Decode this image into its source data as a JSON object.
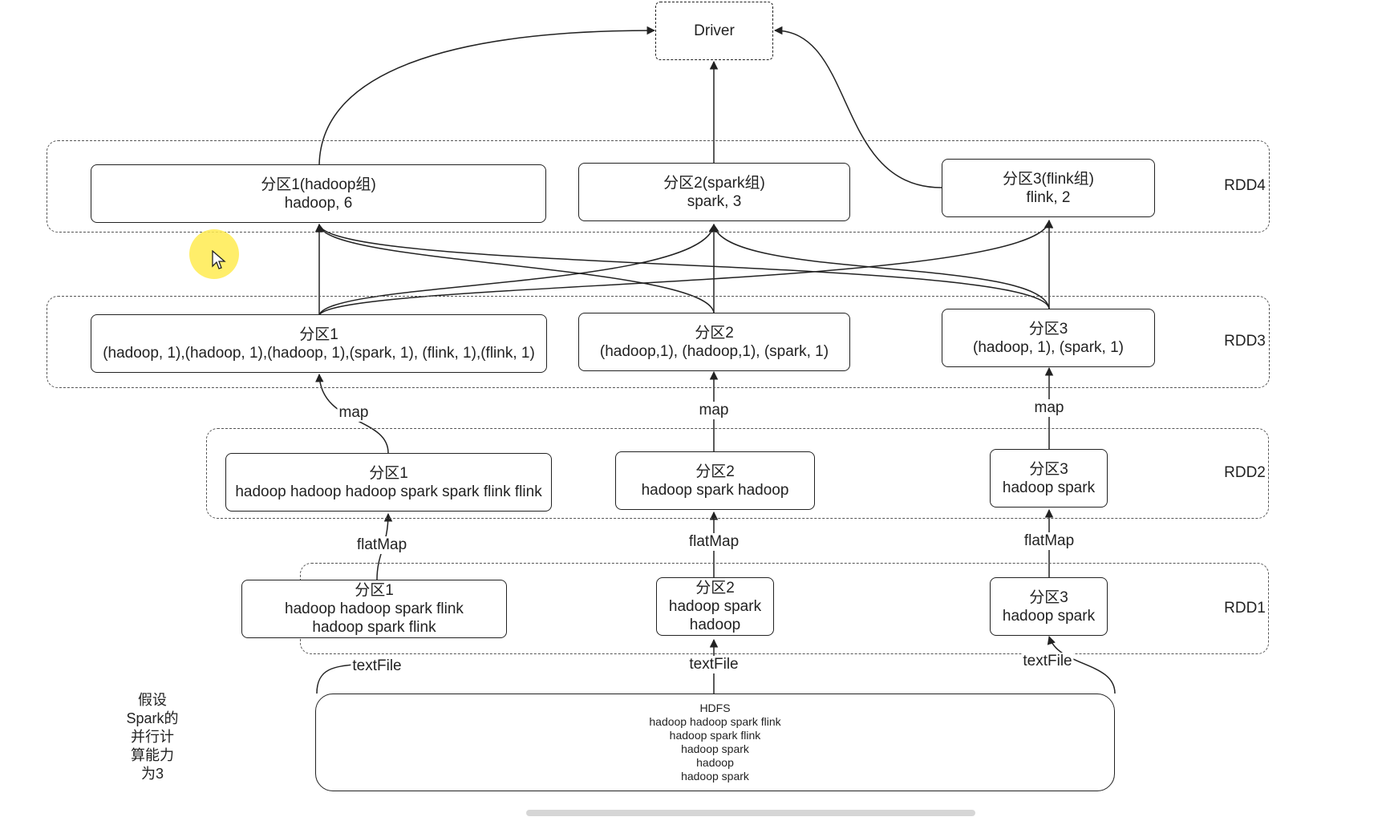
{
  "driver": {
    "label": "Driver"
  },
  "rdd_labels": {
    "rdd4": "RDD4",
    "rdd3": "RDD3",
    "rdd2": "RDD2",
    "rdd1": "RDD1"
  },
  "rdd4": {
    "p1": {
      "title": "分区1(hadoop组)",
      "value": "hadoop, 6"
    },
    "p2": {
      "title": "分区2(spark组)",
      "value": "spark, 3"
    },
    "p3": {
      "title": "分区3(flink组)",
      "value": "flink, 2"
    }
  },
  "rdd3": {
    "p1": {
      "title": "分区1",
      "value": "(hadoop, 1),(hadoop, 1),(hadoop, 1),(spark, 1), (flink, 1),(flink, 1)"
    },
    "p2": {
      "title": "分区2",
      "value": "(hadoop,1), (hadoop,1), (spark, 1)"
    },
    "p3": {
      "title": "分区3",
      "value": "(hadoop, 1), (spark, 1)"
    }
  },
  "rdd2": {
    "p1": {
      "title": "分区1",
      "value": "hadoop hadoop hadoop spark spark flink flink"
    },
    "p2": {
      "title": "分区2",
      "value": "hadoop spark hadoop"
    },
    "p3": {
      "title": "分区3",
      "value": "hadoop spark"
    }
  },
  "rdd1": {
    "p1": {
      "title": "分区1",
      "line1": "hadoop hadoop spark flink",
      "line2": "hadoop spark flink"
    },
    "p2": {
      "title": "分区2",
      "line1": "hadoop spark",
      "line2": "hadoop"
    },
    "p3": {
      "title": "分区3",
      "line1": "hadoop spark"
    }
  },
  "hdfs": {
    "title": "HDFS",
    "lines": [
      "hadoop hadoop spark flink",
      "hadoop spark flink",
      "hadoop spark",
      "hadoop",
      "hadoop spark"
    ]
  },
  "edge_labels": {
    "map": "map",
    "flatmap": "flatMap",
    "textfile": "textFile"
  },
  "note": {
    "lines": [
      "假设",
      "Spark的",
      "并行计",
      "算能力",
      "为3"
    ]
  }
}
